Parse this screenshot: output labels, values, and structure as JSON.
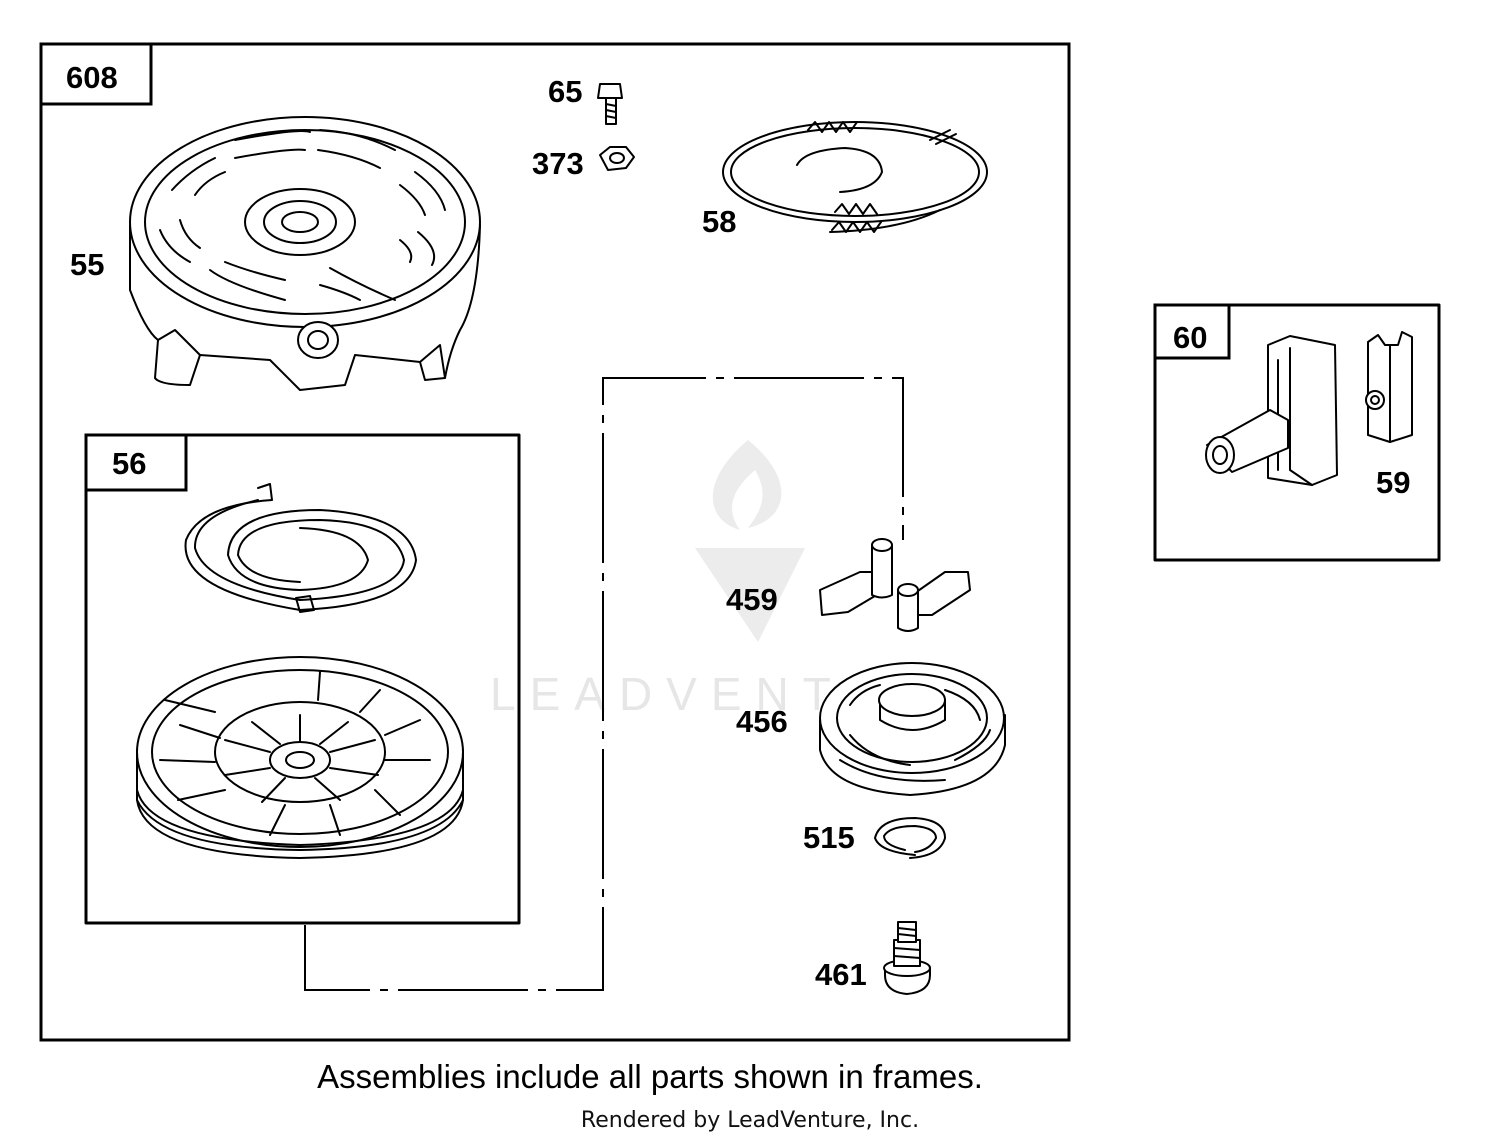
{
  "frames": {
    "main": "608",
    "inner": "56",
    "side": "60"
  },
  "labels": {
    "housing": "55",
    "bolt": "65",
    "nut": "373",
    "rope": "58",
    "dog": "459",
    "retainer": "456",
    "ring": "515",
    "screw": "461",
    "handle_insert": "59"
  },
  "watermark": "LEADVENTURE",
  "footnote": "Assemblies include all parts shown in frames.",
  "credit": "Rendered by LeadVenture, Inc."
}
